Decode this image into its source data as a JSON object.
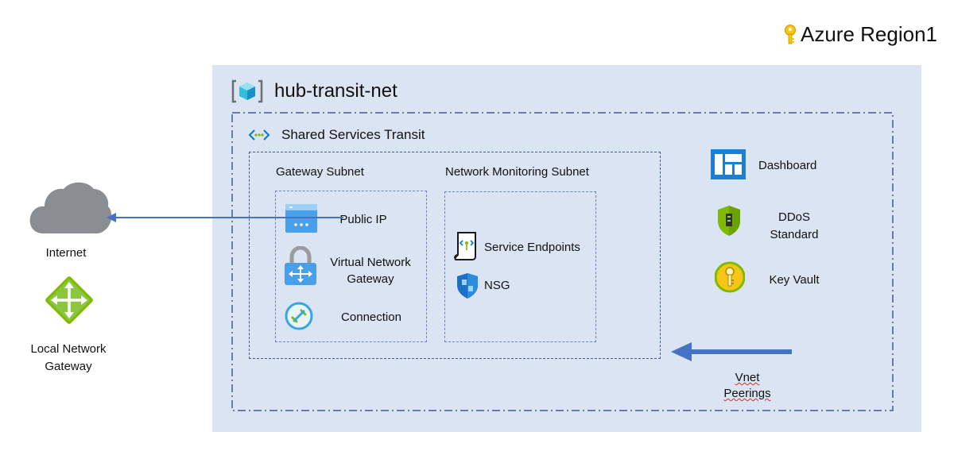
{
  "region": {
    "label": "Azure Region1",
    "icon": "key-icon"
  },
  "vnet": {
    "name": "hub-transit-net",
    "icon": "virtual-network-cube-icon"
  },
  "transit": {
    "name": "Shared Services Transit",
    "icon": "vnet-peering-icon"
  },
  "gateway_subnet": {
    "title": "Gateway Subnet",
    "items": [
      {
        "label": "Public IP",
        "icon": "public-ip-icon"
      },
      {
        "label": "Virtual Network Gateway",
        "icon": "vpn-gateway-lock-icon"
      },
      {
        "label": "Connection",
        "icon": "connection-icon"
      }
    ]
  },
  "monitoring_subnet": {
    "title": "Network Monitoring Subnet",
    "items": [
      {
        "label": "Service Endpoints",
        "icon": "service-endpoint-icon"
      },
      {
        "label": "NSG",
        "icon": "nsg-shield-icon"
      }
    ]
  },
  "services": [
    {
      "label": "Dashboard",
      "icon": "dashboard-icon"
    },
    {
      "label": "DDoS Standard",
      "icon": "ddos-shield-icon"
    },
    {
      "label": "Key Vault",
      "icon": "key-vault-icon"
    }
  ],
  "external": {
    "internet": {
      "label": "Internet",
      "icon": "cloud-icon"
    },
    "local_gateway": {
      "label": "Local Network Gateway",
      "icon": "local-network-gateway-icon"
    }
  },
  "peerings": {
    "label": "Vnet Peerings"
  },
  "colors": {
    "vnet_bg": "#dbe4f3",
    "border": "#3d5a98",
    "arrow": "#4472c4",
    "azure_blue": "#0078d4",
    "green": "#7fba00"
  }
}
